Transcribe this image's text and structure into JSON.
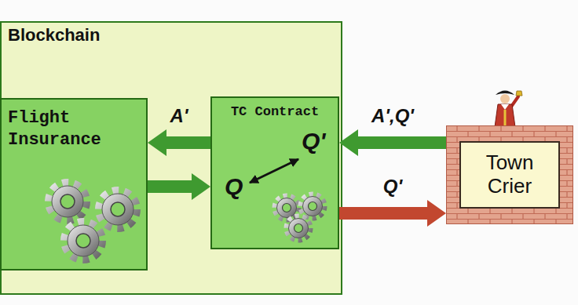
{
  "diagram": {
    "nodes": [
      {
        "text": [
          "Blockchain"
        ]
      },
      {
        "text": [
          "Flight Insurance"
        ],
        "in": 0
      },
      {
        "text": [
          "TC Contract"
        ],
        "in": 0
      },
      {
        "text": [
          "Town Crier"
        ]
      }
    ],
    "edges": [
      {
        "from": 2,
        "to": 1,
        "arrow": "to",
        "label": "A'"
      },
      {
        "from": 1,
        "to": 2,
        "arrow": "to"
      },
      {
        "from": 3,
        "to": 2,
        "arrow": "to",
        "label": "A',Q'"
      },
      {
        "from": 2,
        "to": 3,
        "arrow": "to",
        "label": "Q'"
      }
    ],
    "labels": [
      "Q'",
      "Q"
    ]
  }
}
